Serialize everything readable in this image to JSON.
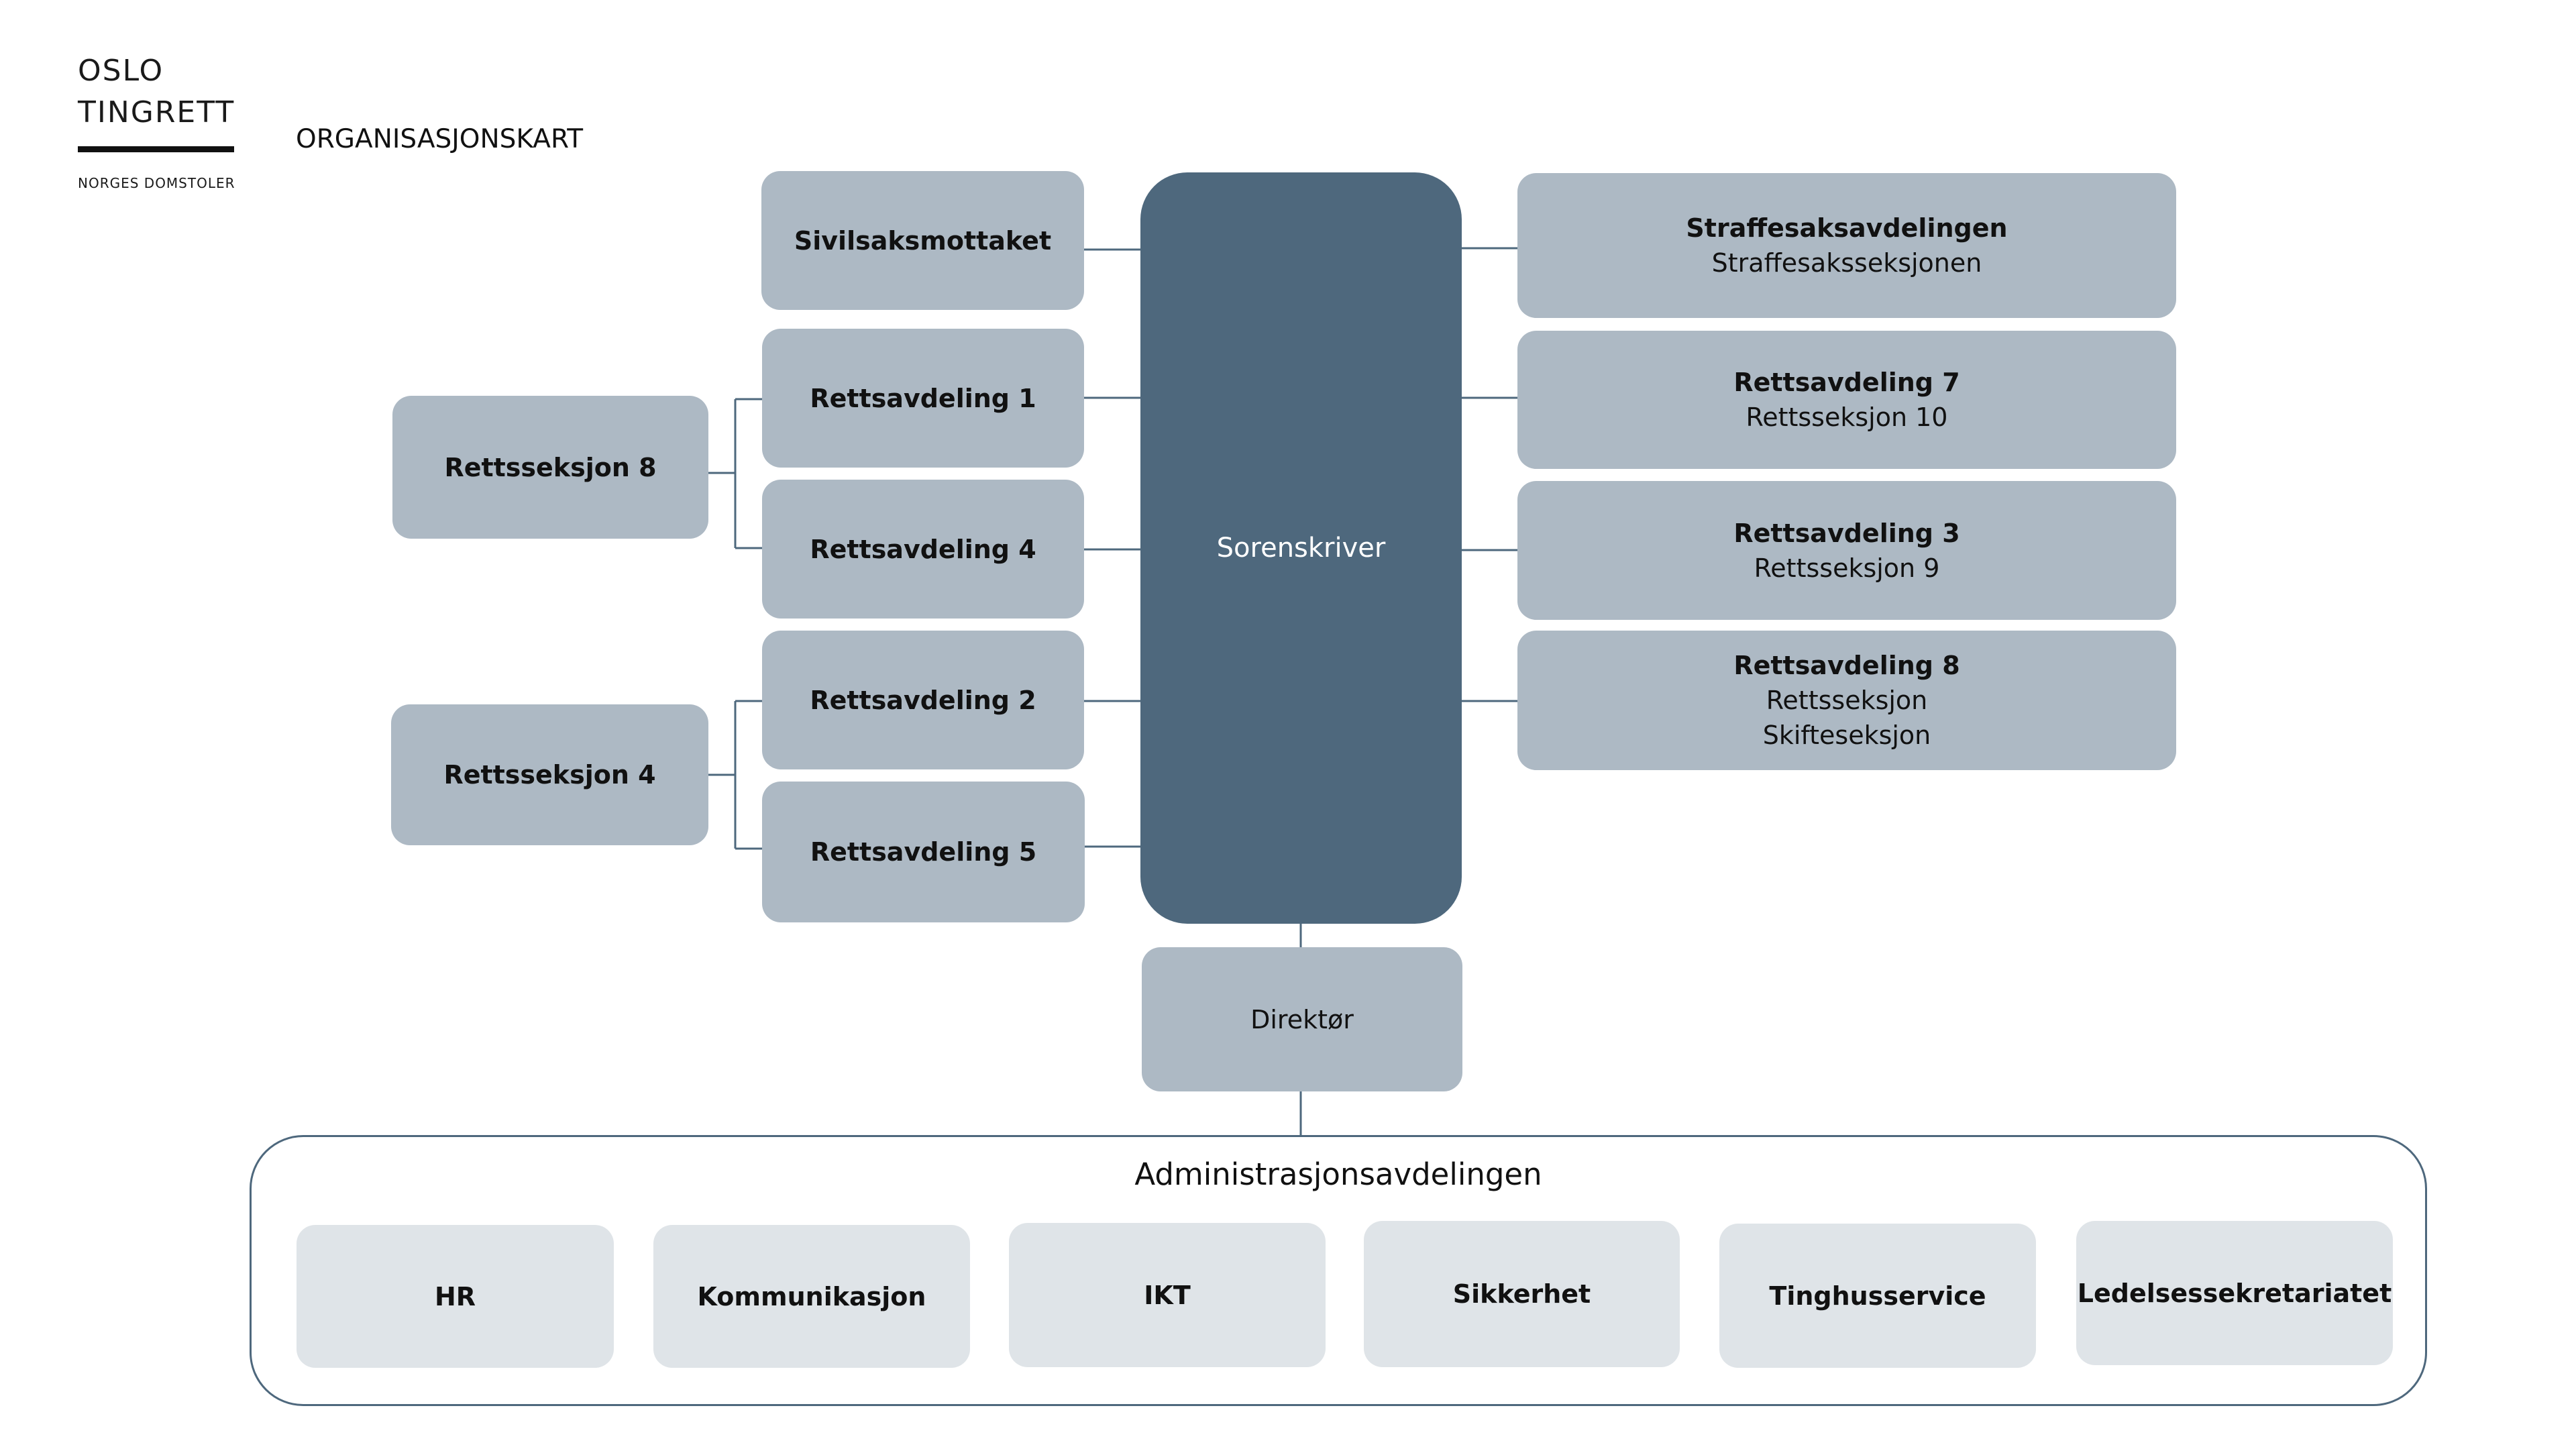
{
  "logo": {
    "line1": "OSLO",
    "line2": "TINGRETT",
    "subtitle": "NORGES DOMSTOLER"
  },
  "page_title": "ORGANISASJONSKART",
  "center": {
    "label": "Sorenskriver"
  },
  "left_units": [
    {
      "label": "Sivilsaksmottaket"
    },
    {
      "label": "Rettsavdeling 1"
    },
    {
      "label": "Rettsavdeling 4"
    },
    {
      "label": "Rettsavdeling 2"
    },
    {
      "label": "Rettsavdeling 5"
    }
  ],
  "left_sections": [
    {
      "label": "Rettsseksjon 8"
    },
    {
      "label": "Rettsseksjon 4"
    }
  ],
  "right_units": [
    {
      "title": "Straffesaksavdelingen",
      "sub1": "Straffesaksseksjonen"
    },
    {
      "title": "Rettsavdeling 7",
      "sub1": "Rettsseksjon 10"
    },
    {
      "title": "Rettsavdeling 3",
      "sub1": "Rettsseksjon 9"
    },
    {
      "title": "Rettsavdeling 8",
      "sub1": "Rettsseksjon",
      "sub2": "Skifteseksjon"
    }
  ],
  "director": {
    "label": "Direktør"
  },
  "admin": {
    "title": "Administrasjonsavdelingen",
    "units": [
      {
        "label": "HR"
      },
      {
        "label": "Kommunikasjon"
      },
      {
        "label": "IKT"
      },
      {
        "label": "Sikkerhet"
      },
      {
        "label": "Tinghusservice"
      },
      {
        "label": "Ledelsessekretariatet"
      }
    ]
  },
  "colors": {
    "dark": "#4e687d",
    "mid": "#adb9c4",
    "light": "#dfe4e8"
  }
}
